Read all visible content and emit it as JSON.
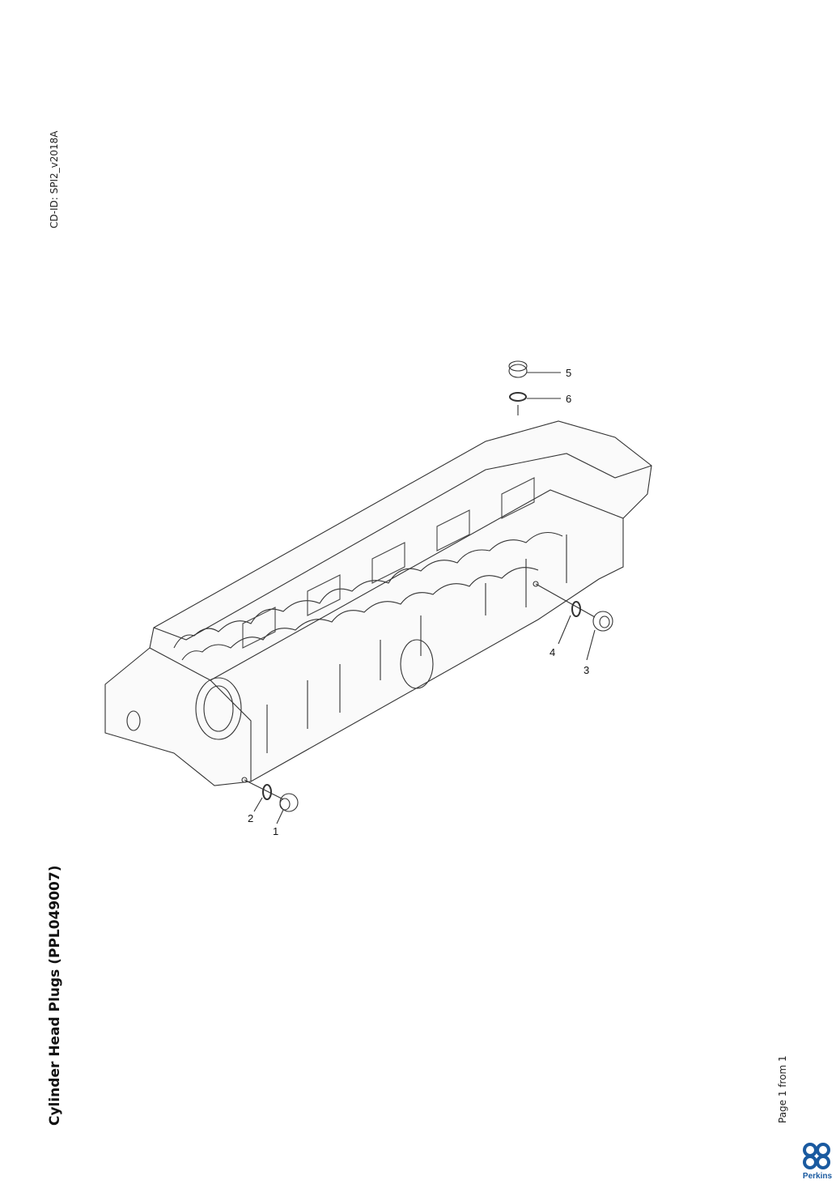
{
  "document": {
    "cd_id": "CD-ID: SPI2_v2018A",
    "title": "Cylinder Head Plugs (PPL049007)",
    "page_info": "Page 1 from 1",
    "brand": "Perkins",
    "brand_color": "#1a5aa0"
  },
  "diagram": {
    "callouts": [
      "1",
      "2",
      "3",
      "4",
      "5",
      "6"
    ]
  }
}
